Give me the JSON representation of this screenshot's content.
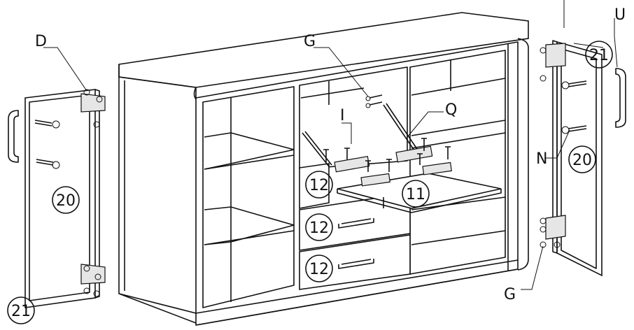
{
  "labels": {
    "d": "D",
    "g_top": "G",
    "i": "I",
    "q": "Q",
    "u": "U",
    "n": "N",
    "g_bottom": "G"
  },
  "part_numbers": {
    "left_door": "20",
    "left_door_bottom": "21",
    "drawer_top": "12",
    "drawer_mid": "12",
    "drawer_bottom": "12",
    "flap": "11",
    "right_door_top": "21",
    "right_door": "20"
  }
}
